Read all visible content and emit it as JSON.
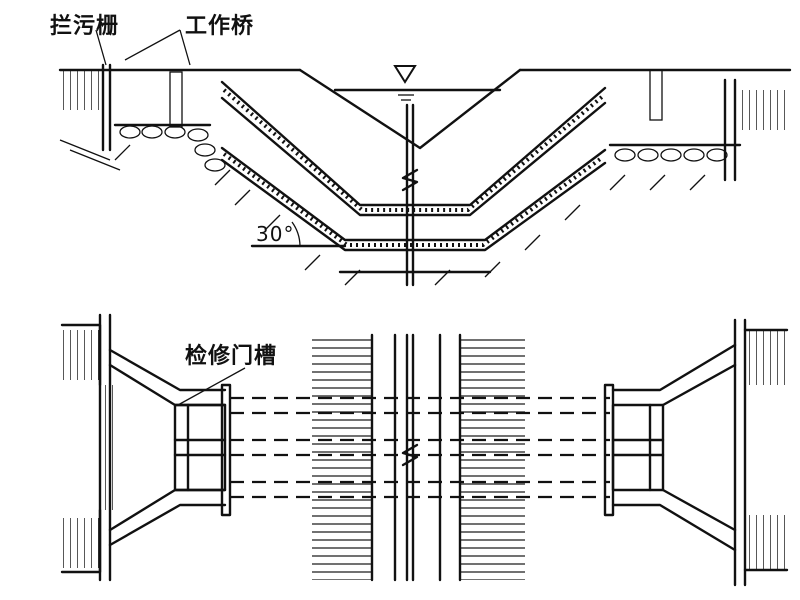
{
  "labels": {
    "trash_rack": "拦污栅",
    "work_bridge": "工作桥",
    "angle": "30°",
    "gate_slot": "检修门槽"
  }
}
